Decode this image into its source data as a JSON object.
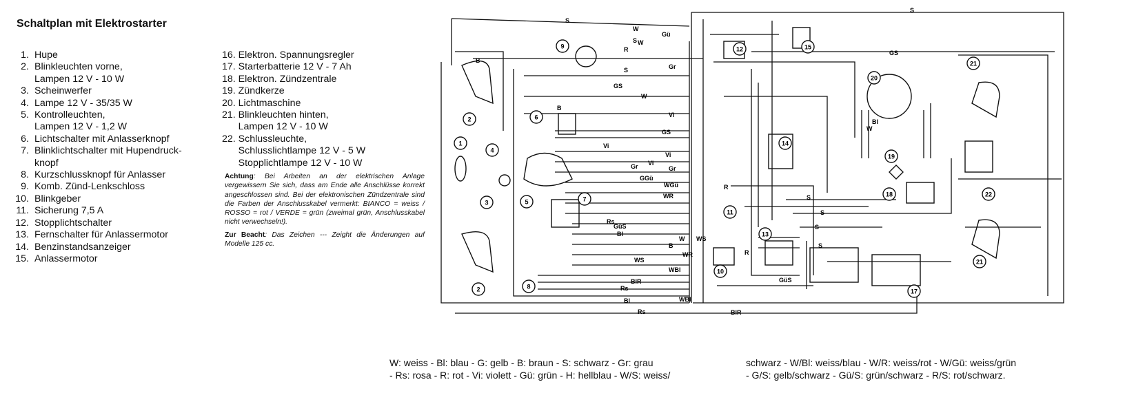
{
  "title": "Schaltplan mit Elektrostarter",
  "components_left": [
    {
      "num": "1.",
      "text": "Hupe"
    },
    {
      "num": "2.",
      "text": "Blinkleuchten vorne,"
    },
    {
      "num": "",
      "text": "Lampen 12 V - 10 W"
    },
    {
      "num": "3.",
      "text": "Scheinwerfer"
    },
    {
      "num": "4.",
      "text": "Lampe 12 V - 35/35 W"
    },
    {
      "num": "5.",
      "text": "Kontrolleuchten,"
    },
    {
      "num": "",
      "text": "Lampen 12 V - 1,2 W"
    },
    {
      "num": "6.",
      "text": "Lichtschalter mit Anlasserknopf"
    },
    {
      "num": "7.",
      "text": "Blinklichtschalter mit Hupendruck-"
    },
    {
      "num": "",
      "text": "knopf"
    },
    {
      "num": "8.",
      "text": "Kurzschlussknopf für Anlasser"
    },
    {
      "num": "9.",
      "text": "Komb. Zünd-Lenkschloss"
    },
    {
      "num": "10.",
      "text": "Blinkgeber"
    },
    {
      "num": "11.",
      "text": "Sicherung 7,5 A"
    },
    {
      "num": "12.",
      "text": "Stopplichtschalter"
    },
    {
      "num": "13.",
      "text": "Fernschalter für Anlassermotor"
    },
    {
      "num": "14.",
      "text": "Benzinstandsanzeiger"
    },
    {
      "num": "15.",
      "text": "Anlassermotor"
    }
  ],
  "components_right": [
    "16. Elektron. Spannungsregler",
    "17. Starterbatterie 12 V - 7 Ah",
    "18. Elektron. Zündzentrale",
    "19. Zündkerze",
    "20. Lichtmaschine",
    "21. Blinkleuchten hinten,",
    "      Lampen 12 V - 10 W",
    "22. Schlussleuchte,",
    "      Schlusslichtlampe 12 V - 5 W",
    "      Stopplichtlampe 12 V - 10 W"
  ],
  "note": {
    "achtung_label": "Achtung",
    "achtung_text": ": Bei Arbeiten an der elektrischen Anlage vergewissern Sie sich, dass am Ende alle Anschlüsse korrekt angeschlossen sind. Bei der elektronischen Zündzentrale sind die Farben der Anschlusskabel vermerkt: BIANCO = weiss / ROSSO = rot / VERDE = grün (zweimal grün, Anschlusskabel nicht verwechseln!).",
    "beacht_label": "Zur Beacht",
    "beacht_text": ": Das Zeichen --- Zeight die Änderungen auf Modelle 125 cc."
  },
  "color_legend": {
    "line1a": "W: weiss - Bl: blau - G: gelb - B: braun - S: schwarz - Gr: grau",
    "line1b": "- Rs: rosa - R: rot - Vi: violett - Gü: grün - H: hellblau - W/S: weiss/",
    "line2a": "schwarz - W/Bl: weiss/blau - W/R: weiss/rot - W/Gü: weiss/grün",
    "line2b": "- G/S: gelb/schwarz - Gü/S: grün/schwarz - R/S: rot/schwarz."
  },
  "diagram": {
    "callouts": [
      "1",
      "2",
      "2",
      "3",
      "4",
      "5",
      "6",
      "7",
      "8",
      "9",
      "10",
      "11",
      "12",
      "13",
      "14",
      "15",
      "17",
      "18",
      "19",
      "20",
      "21",
      "21",
      "22"
    ],
    "wire_labels": [
      "S",
      "W",
      "S",
      "Gü",
      "W",
      "R",
      "B",
      "S",
      "GS",
      "Gr",
      "W",
      "Vi",
      "B",
      "Vi",
      "Gr",
      "GS",
      "Vi",
      "Vi",
      "Gr",
      "GGü",
      "WGü",
      "WR",
      "S",
      "Rs",
      "GüS",
      "Bl",
      "W",
      "B",
      "WS",
      "WBl",
      "BlR",
      "Rs",
      "Bl",
      "WBl",
      "Rs",
      "BlR",
      "R",
      "WR",
      "WS",
      "GS",
      "Bl",
      "W",
      "S",
      "S",
      "S",
      "S",
      "R",
      "GüS"
    ]
  }
}
